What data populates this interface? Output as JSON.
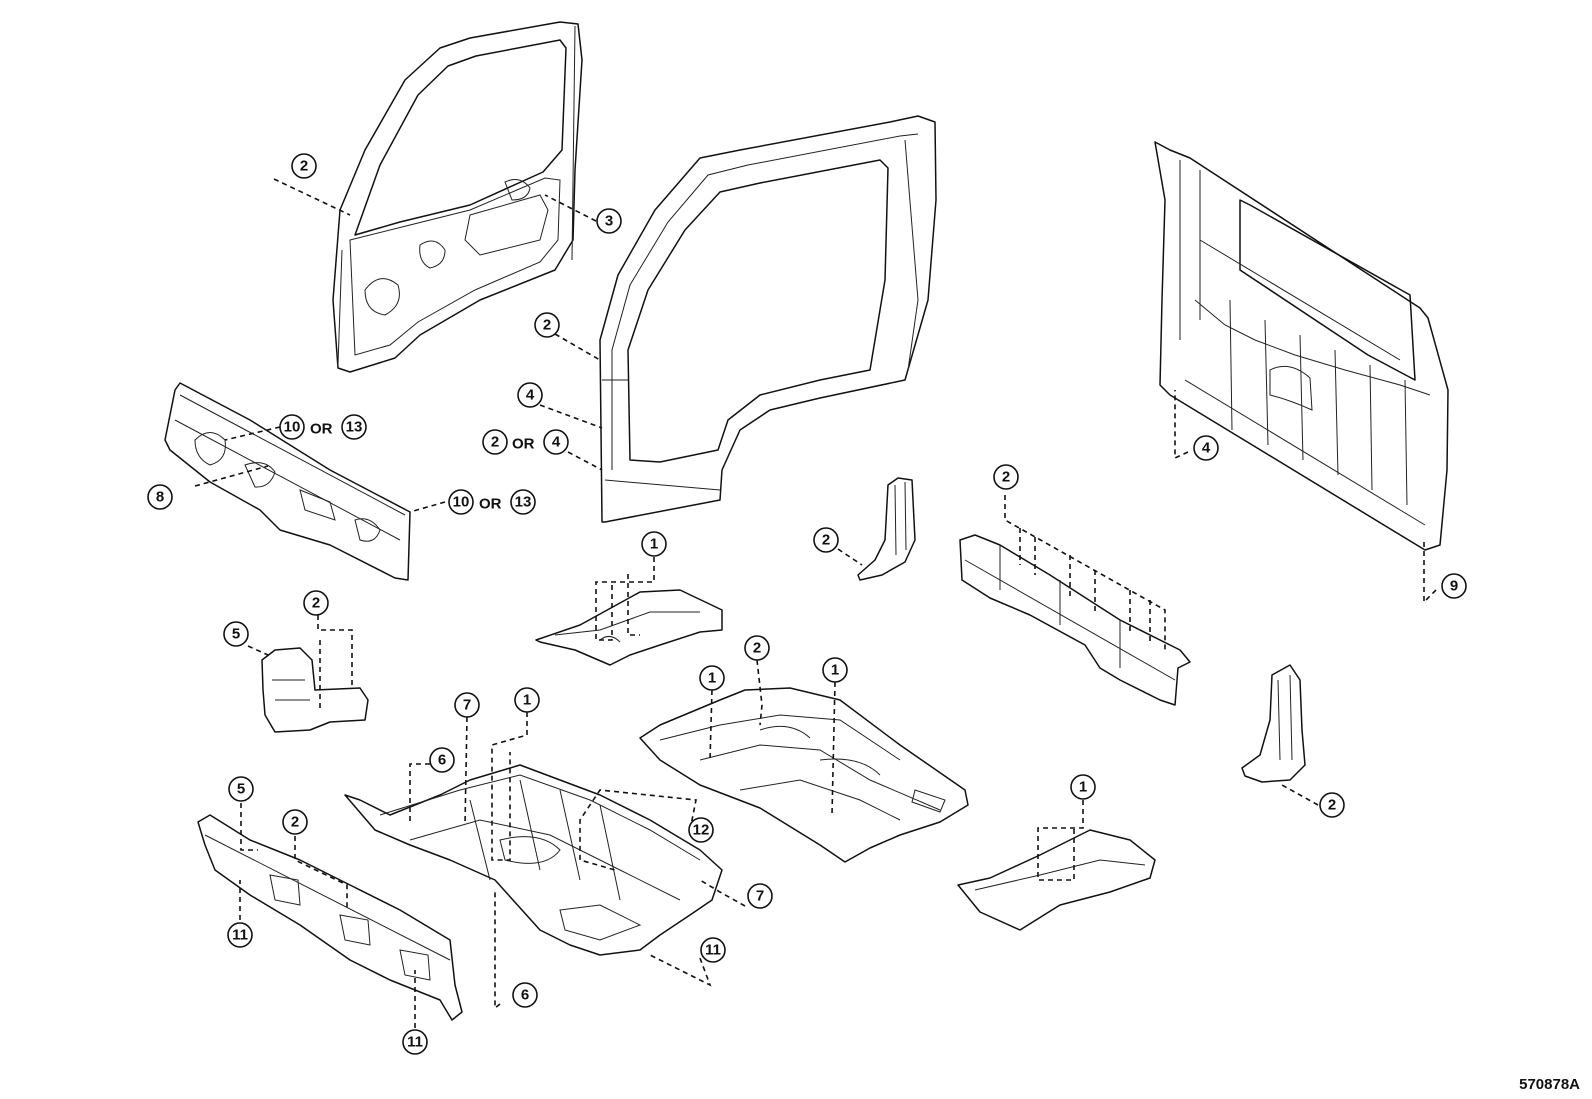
{
  "diagram_code": "570878A",
  "callouts": [
    {
      "id": "c1",
      "label": "2",
      "target": "front-door-frame"
    },
    {
      "id": "c2",
      "label": "3",
      "target": "front-door-frame"
    },
    {
      "id": "c3",
      "label": "2",
      "target": "rear-door-frame"
    },
    {
      "id": "c4",
      "label": "4",
      "target": "rear-door-frame"
    },
    {
      "id": "c5",
      "label": "2",
      "target": "rear-door-frame",
      "alt": "4"
    },
    {
      "id": "c6",
      "label": "10",
      "target": "cowl-panel",
      "alt": "13"
    },
    {
      "id": "c7",
      "label": "8",
      "target": "cowl-panel"
    },
    {
      "id": "c8",
      "label": "10",
      "target": "cowl-panel",
      "alt": "13"
    },
    {
      "id": "c9",
      "label": "4",
      "target": "back-panel"
    },
    {
      "id": "c10",
      "label": "9",
      "target": "back-panel"
    },
    {
      "id": "c11",
      "label": "2",
      "target": "rear-cross-member"
    },
    {
      "id": "c12",
      "label": "2",
      "target": "center-pillar-bracket"
    },
    {
      "id": "c13",
      "label": "1",
      "target": "floor-reinforcement-upper"
    },
    {
      "id": "c14",
      "label": "2",
      "target": "dash-bracket"
    },
    {
      "id": "c15",
      "label": "5",
      "target": "dash-bracket"
    },
    {
      "id": "c16",
      "label": "1",
      "target": "rear-floor-pan"
    },
    {
      "id": "c17",
      "label": "2",
      "target": "rear-floor-pan"
    },
    {
      "id": "c18",
      "label": "1",
      "target": "rear-floor-pan"
    },
    {
      "id": "c19",
      "label": "7",
      "target": "front-floor-pan"
    },
    {
      "id": "c20",
      "label": "1",
      "target": "front-floor-pan"
    },
    {
      "id": "c21",
      "label": "6",
      "target": "front-floor-pan"
    },
    {
      "id": "c22",
      "label": "12",
      "target": "front-floor-pan"
    },
    {
      "id": "c23",
      "label": "7",
      "target": "front-floor-pan"
    },
    {
      "id": "c24",
      "label": "11",
      "target": "front-floor-pan"
    },
    {
      "id": "c25",
      "label": "6",
      "target": "front-floor-pan"
    },
    {
      "id": "c26",
      "label": "5",
      "target": "dash-cross-member"
    },
    {
      "id": "c27",
      "label": "2",
      "target": "dash-cross-member"
    },
    {
      "id": "c28",
      "label": "11",
      "target": "dash-cross-member"
    },
    {
      "id": "c29",
      "label": "11",
      "target": "dash-cross-member"
    },
    {
      "id": "c30",
      "label": "1",
      "target": "floor-reinforcement-lower"
    },
    {
      "id": "c31",
      "label": "2",
      "target": "quarter-pillar-bracket"
    }
  ],
  "or_word": "OR"
}
